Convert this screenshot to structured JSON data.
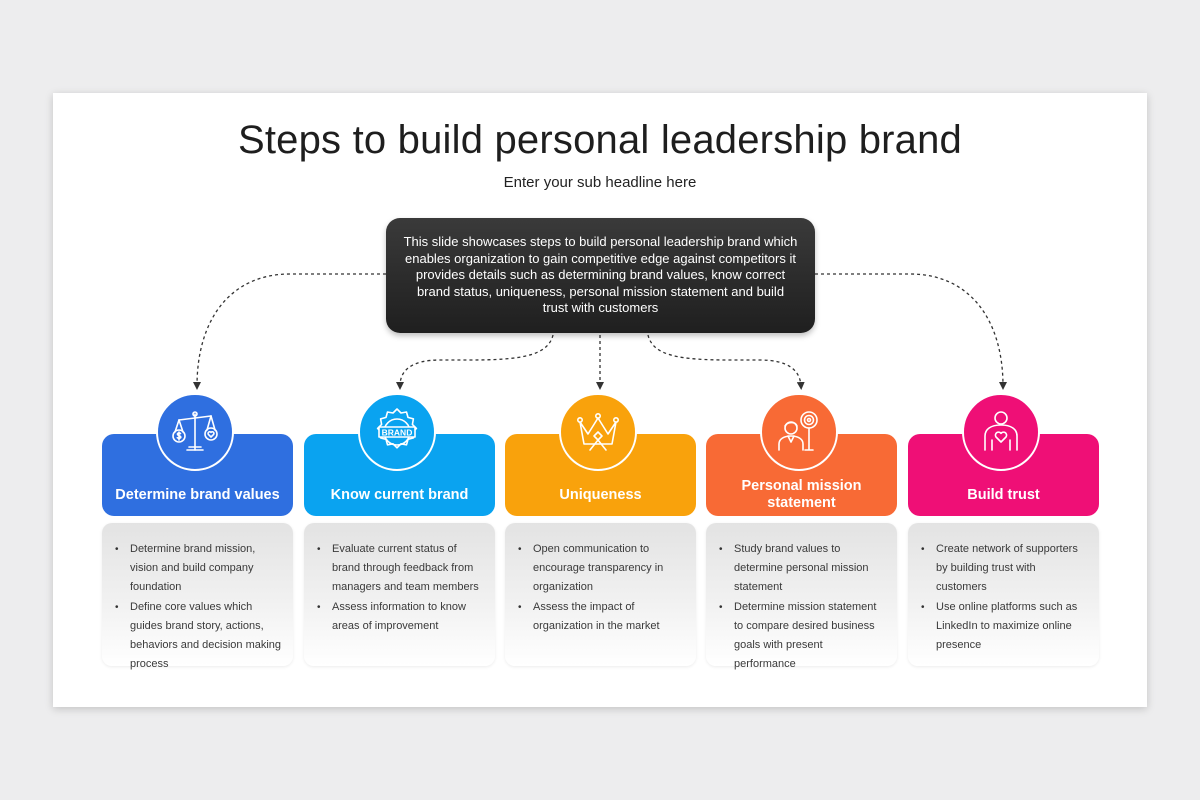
{
  "title": "Steps to build personal leadership brand",
  "subtitle": "Enter your sub headline here",
  "summary": "This slide showcases steps to build personal leadership brand which enables organization to gain competitive edge against competitors it provides details such as determining brand values, know correct brand status, uniqueness, personal mission statement and build trust with customers",
  "steps": [
    {
      "label": "Determine brand values",
      "color": "#2f6fe0",
      "icon": "scale-icon",
      "bullets": [
        "Determine brand mission, vision and build company foundation",
        "Define core values which guides brand story, actions, behaviors and decision making process"
      ]
    },
    {
      "label": "Know current brand",
      "color": "#0aa3f0",
      "icon": "brand-badge-icon",
      "badge_text": "BRAND",
      "bullets": [
        "Evaluate current status of brand through feedback from managers and team members",
        "Assess information to know areas of improvement"
      ]
    },
    {
      "label": "Uniqueness",
      "color": "#f9a20c",
      "icon": "crown-icon",
      "bullets": [
        "Open communication to encourage transparency in organization",
        "Assess the impact of organization in the market"
      ]
    },
    {
      "label": "Personal mission statement",
      "color": "#f86a35",
      "icon": "person-target-icon",
      "bullets": [
        "Study brand values to determine personal mission statement",
        "Determine mission statement to compare desired business goals with present performance"
      ]
    },
    {
      "label": "Build trust",
      "color": "#ef0f76",
      "icon": "heart-person-icon",
      "bullets": [
        "Create network of supporters by building trust with customers",
        "Use online platforms such as LinkedIn to maximize online presence"
      ]
    }
  ]
}
